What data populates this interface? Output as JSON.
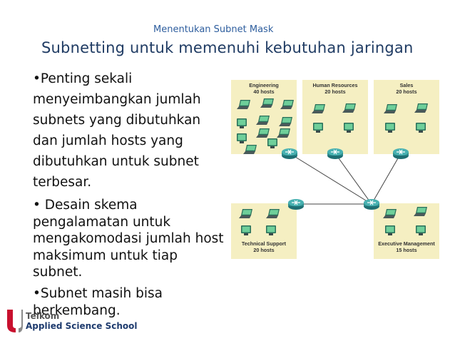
{
  "slide": {
    "header": "Menentukan Subnet  Mask",
    "title": "Subnetting untuk memenuhi kebutuhan jaringan",
    "bullets": [
      "•Penting sekali menyeimbangkan jumlah subnets yang dibutuhkan dan jumlah hosts yang dibutuhkan untuk subnet terbesar.",
      "• Desain skema pengalamatan untuk mengakomodasi jumlah host maksimum untuk tiap subnet.",
      "•Subnet masih bisa berkembang."
    ]
  },
  "diagram": {
    "groups": [
      {
        "name": "Engineering",
        "hosts": "40 hosts"
      },
      {
        "name": "Human Resources",
        "hosts": "20 hosts"
      },
      {
        "name": "Sales",
        "hosts": "20 hosts"
      },
      {
        "name": "Technical Support",
        "hosts": "20 hosts"
      },
      {
        "name": "Executive Management",
        "hosts": "15 hosts"
      }
    ],
    "panel_color": "#f5efc2",
    "router_color": "#2d8c8c"
  },
  "logo": {
    "line1": "Telkom",
    "line2": "Applied Science School",
    "accent": "#c8102e"
  }
}
